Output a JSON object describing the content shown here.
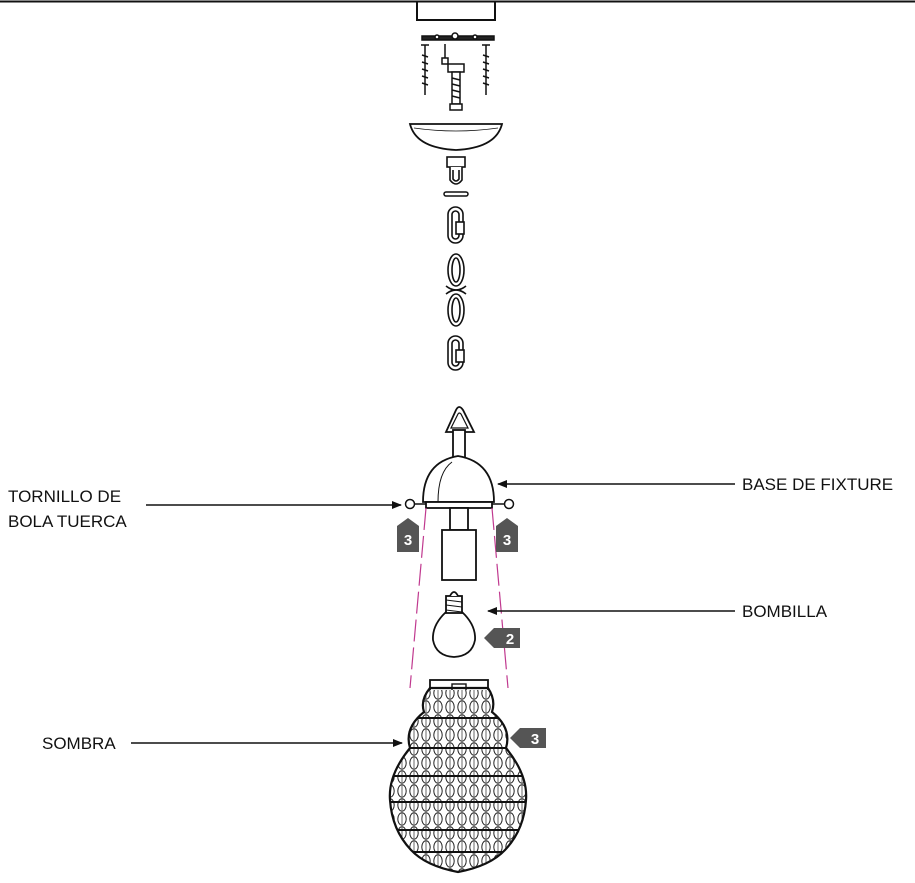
{
  "labels": {
    "screw_line1": "TORNILLO DE",
    "screw_line2": "BOLA TUERCA",
    "fixture_base": "BASE DE FIXTURE",
    "bulb": "BOMBILLA",
    "shade": "SOMBRA"
  },
  "step_badges": {
    "screw_left": "3",
    "screw_right": "3",
    "bulb": "2",
    "shade": "3"
  },
  "colors": {
    "line": "#111111",
    "badge": "#555555",
    "guide": "#c0398f"
  }
}
